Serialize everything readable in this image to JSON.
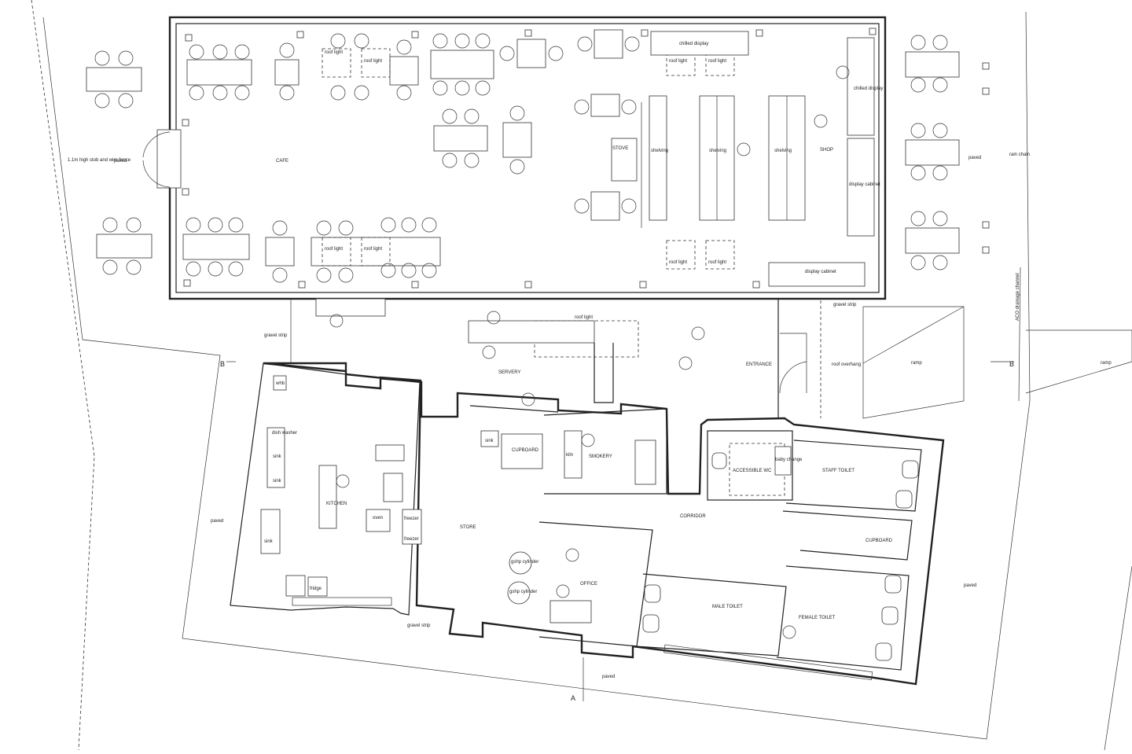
{
  "labels": {
    "cafe": "CAFE",
    "shop": "SHOP",
    "servery": "SERVERY",
    "entrance": "ENTRANCE",
    "kitchen": "KITCHEN",
    "store": "STORE",
    "cupboard": "CUPBOARD",
    "smokery": "SMOKERY",
    "corridor": "CORRIDOR",
    "accessible_wc": "ACCESSIBLE WC",
    "staff_toilet": "STAFF TOILET",
    "cupboard_2": "CUPBOARD",
    "office": "OFFICE",
    "male_toilet": "MALE TOILET",
    "female_toilet": "FEMALE TOILET",
    "stove": "STOVE",
    "shelving": "shelving",
    "chilled_display": "chilled display",
    "chilled_display_side": "chilled display",
    "display_cabinet": "display cabinet",
    "roof_light": "roof light",
    "roof_overhang": "roof overhang",
    "ramp": "ramp",
    "paved": "paved",
    "gravel_strip": "gravel strip",
    "fence": "1.1m high stob and wire fence",
    "rain_chain": "rain chain",
    "aco_channel": "ACO drainage channel",
    "section_a": "A",
    "section_b": "B",
    "dish_washer": "dish washer",
    "sink": "sink",
    "whb": "whb",
    "oven": "oven",
    "freezer": "freezer",
    "fridge": "fridge",
    "kiln": "kiln",
    "gshp_cylinder": "gshp cylinder",
    "baby_change": "baby change"
  }
}
